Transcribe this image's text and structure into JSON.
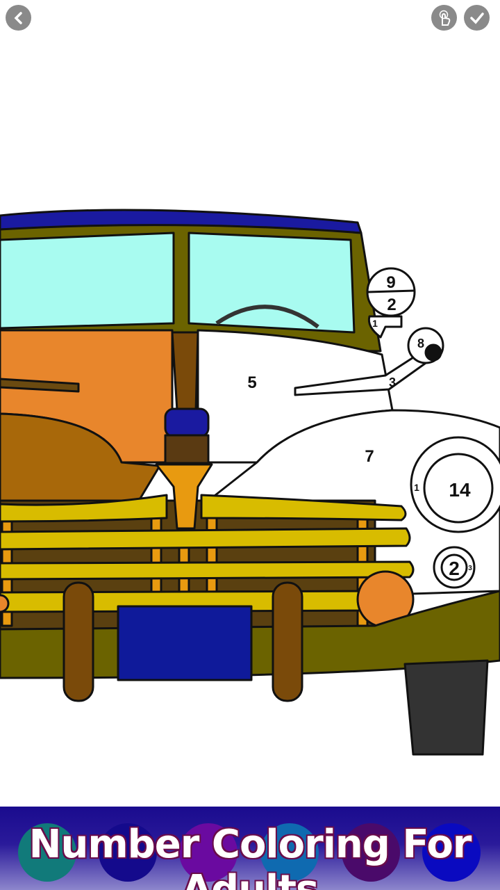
{
  "toolbar": {
    "back": "back-icon",
    "hint": "hand-pointer-icon",
    "done": "checkmark-icon"
  },
  "picture": {
    "labels": {
      "hood_left": "5",
      "hood_right": "7",
      "mirror_top": "9",
      "mirror_bottom": "2",
      "mirror_small": "1",
      "knob": "8",
      "arm": "3",
      "headlight": "14",
      "headlight_ring": "1",
      "foglight": "2",
      "foglight_ring": "3"
    }
  },
  "banner": {
    "title": "Number Coloring For Adults",
    "dot_colors": [
      "#117a7a",
      "#140a8c",
      "#6a0aa0",
      "#0f6ab0",
      "#4a0a6a",
      "#0a0ac0"
    ]
  }
}
